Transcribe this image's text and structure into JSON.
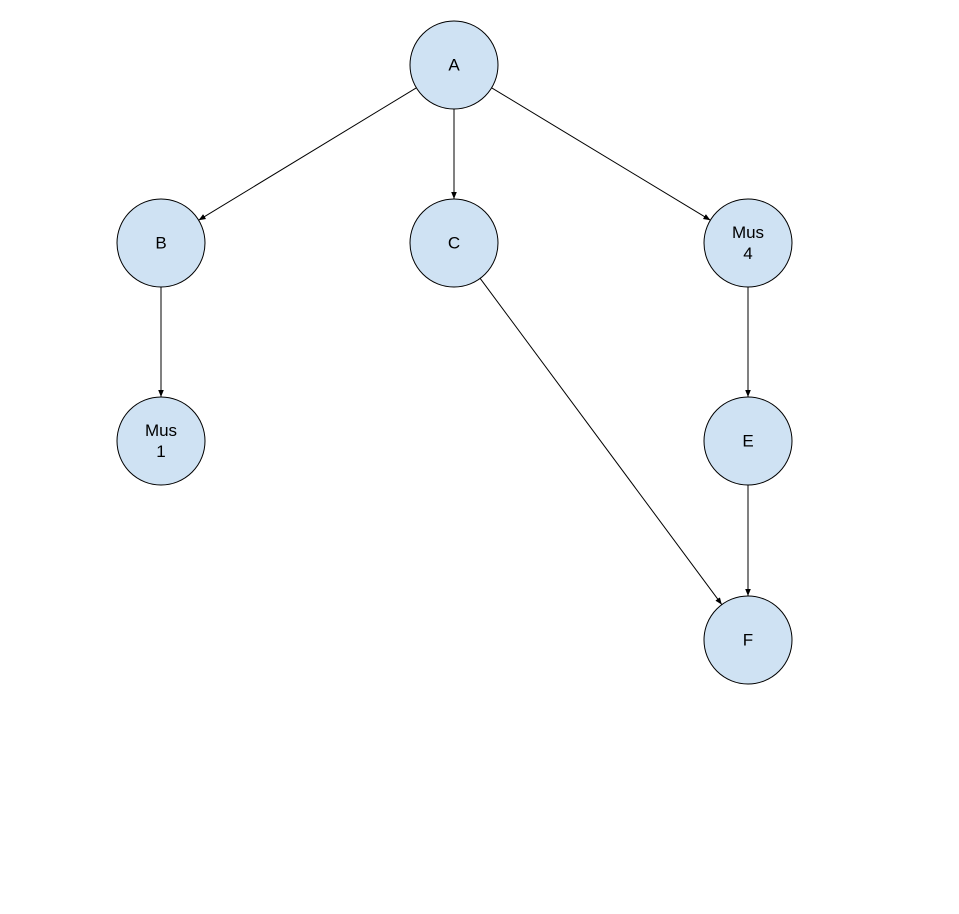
{
  "diagram": {
    "node_fill": "#cfe2f3",
    "node_stroke": "#000000",
    "edge_color": "#000000",
    "nodes": [
      {
        "id": "A",
        "lines": [
          "A"
        ]
      },
      {
        "id": "B",
        "lines": [
          "B"
        ]
      },
      {
        "id": "C",
        "lines": [
          "C"
        ]
      },
      {
        "id": "Mus4",
        "lines": [
          "Mus",
          "4"
        ]
      },
      {
        "id": "Mus1",
        "lines": [
          "Mus",
          "1"
        ]
      },
      {
        "id": "E",
        "lines": [
          "E"
        ]
      },
      {
        "id": "F",
        "lines": [
          "F"
        ]
      }
    ],
    "edges": [
      {
        "from": "A",
        "to": "B"
      },
      {
        "from": "A",
        "to": "C"
      },
      {
        "from": "A",
        "to": "Mus4"
      },
      {
        "from": "B",
        "to": "Mus1"
      },
      {
        "from": "C",
        "to": "F"
      },
      {
        "from": "Mus4",
        "to": "E"
      },
      {
        "from": "E",
        "to": "F"
      }
    ]
  }
}
